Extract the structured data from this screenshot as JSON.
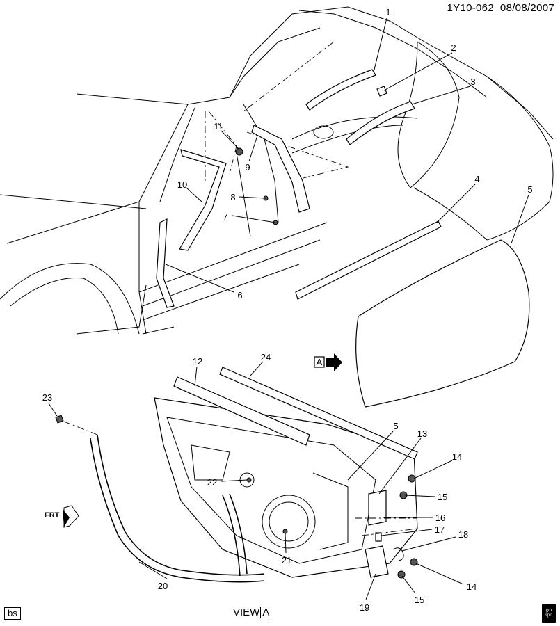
{
  "header": {
    "code": "1Y10-062",
    "date": "08/08/2007"
  },
  "callouts": [
    "1",
    "2",
    "3",
    "4",
    "5",
    "6",
    "7",
    "8",
    "9",
    "10",
    "11",
    "12",
    "13",
    "14",
    "15",
    "16",
    "17",
    "18",
    "14",
    "15",
    "19",
    "20",
    "21",
    "22",
    "23",
    "24",
    "5"
  ],
  "view_marker": {
    "label": "A"
  },
  "front_arrow": {
    "label": "FRT"
  },
  "footer": {
    "tag": "bs",
    "view_label": "VIEW",
    "view_letter": "A",
    "logo_top": "gm",
    "logo_bottom": "spo"
  }
}
